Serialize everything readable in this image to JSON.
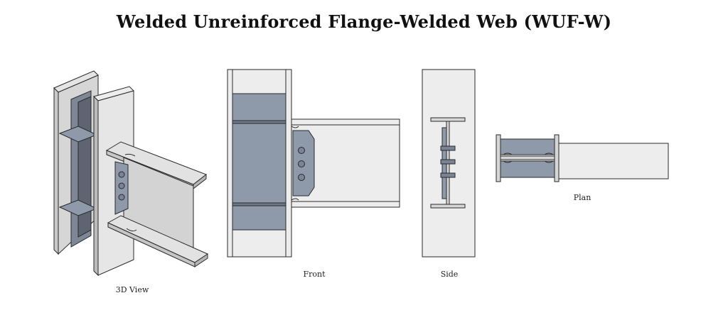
{
  "title": "Welded Unreinforced Flange-Welded Web (WUF-W)",
  "views": {
    "view_3d": "3D View",
    "front": "Front",
    "side": "Side",
    "plan": "Plan"
  },
  "colors": {
    "steel_light": "#ececec",
    "steel_mid": "#cfcfcf",
    "steel_dark": "#a9a9a9",
    "plate": "#8e99aa",
    "plate_dark": "#6f7888",
    "bolt": "#7b8494",
    "outline": "#2a2a2a"
  },
  "icons": {
    "bolt": "bolt-icon",
    "weld": "weld-icon"
  }
}
